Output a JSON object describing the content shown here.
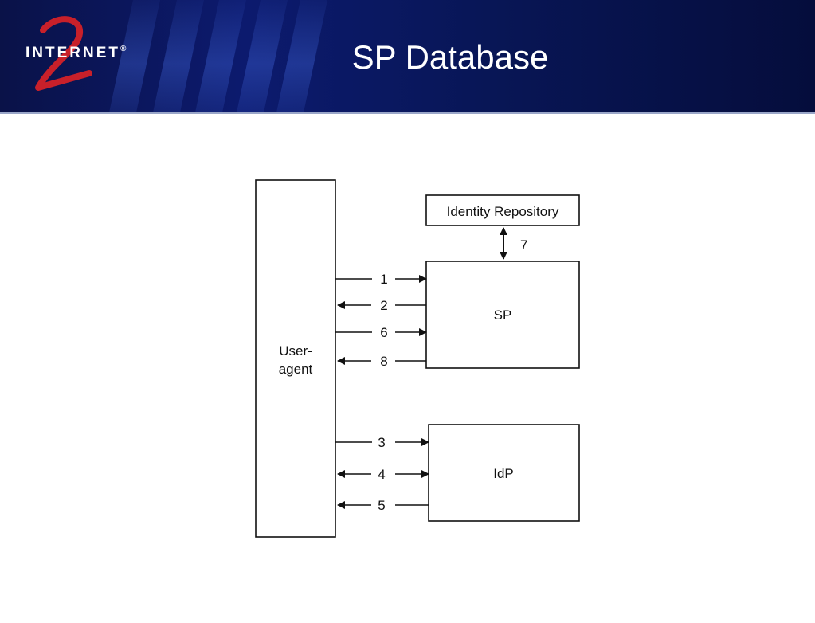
{
  "slide": {
    "title": "SP Database",
    "logo": {
      "text": "INTERNET",
      "numeral": "2",
      "mark": "®"
    }
  },
  "diagram": {
    "nodes": {
      "user_agent": {
        "line1": "User-",
        "line2": "agent"
      },
      "identity_repository": "Identity Repository",
      "sp": "SP",
      "idp": "IdP"
    },
    "links": [
      {
        "label": "1",
        "from": "user_agent",
        "to": "sp"
      },
      {
        "label": "2",
        "from": "sp",
        "to": "user_agent"
      },
      {
        "label": "6",
        "from": "user_agent",
        "to": "sp"
      },
      {
        "label": "8",
        "from": "sp",
        "to": "user_agent"
      },
      {
        "label": "3",
        "from": "user_agent",
        "to": "idp"
      },
      {
        "label": "4",
        "from": "user_agent",
        "to": "idp",
        "bidirectional": true
      },
      {
        "label": "5",
        "from": "idp",
        "to": "user_agent"
      },
      {
        "label": "7",
        "from": "sp",
        "to": "identity_repository",
        "bidirectional": true
      }
    ]
  },
  "colors": {
    "header_bg": "#0c1a6e",
    "title": "#ffffff",
    "stroke": "#111111"
  }
}
